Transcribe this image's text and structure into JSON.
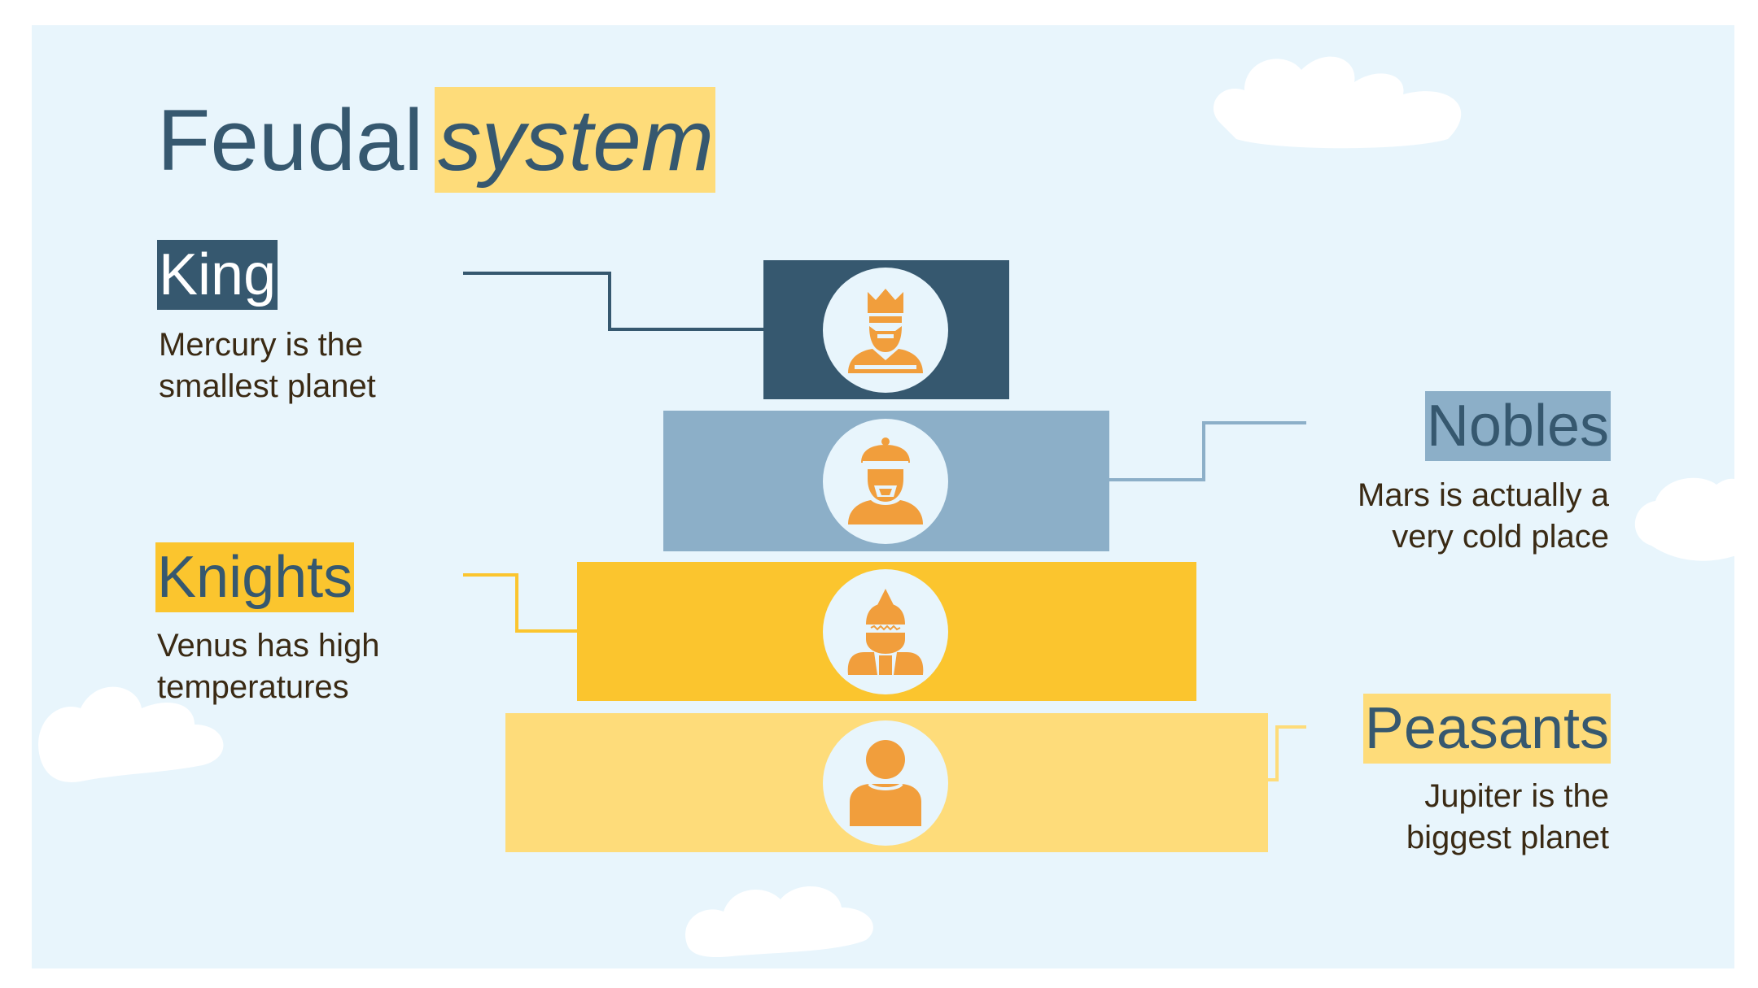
{
  "slide": {
    "title_plain": "Feudal",
    "title_highlight": "system",
    "colors": {
      "background": "#e8f5fc",
      "dark_blue": "#36586f",
      "light_blue": "#8cafc8",
      "gold": "#fbc52e",
      "light_gold": "#fedc7a",
      "icon_orange": "#f19e3c",
      "text_brown": "#3a2a14"
    }
  },
  "levels": [
    {
      "name": "King",
      "description": "Mercury is the\nsmallest planet",
      "icon": "king-icon"
    },
    {
      "name": "Nobles",
      "description": "Mars is actually a\nvery cold place",
      "icon": "noble-icon"
    },
    {
      "name": "Knights",
      "description": "Venus has high\ntemperatures",
      "icon": "knight-icon"
    },
    {
      "name": "Peasants",
      "description": "Jupiter is the\nbiggest planet",
      "icon": "peasant-icon"
    }
  ]
}
